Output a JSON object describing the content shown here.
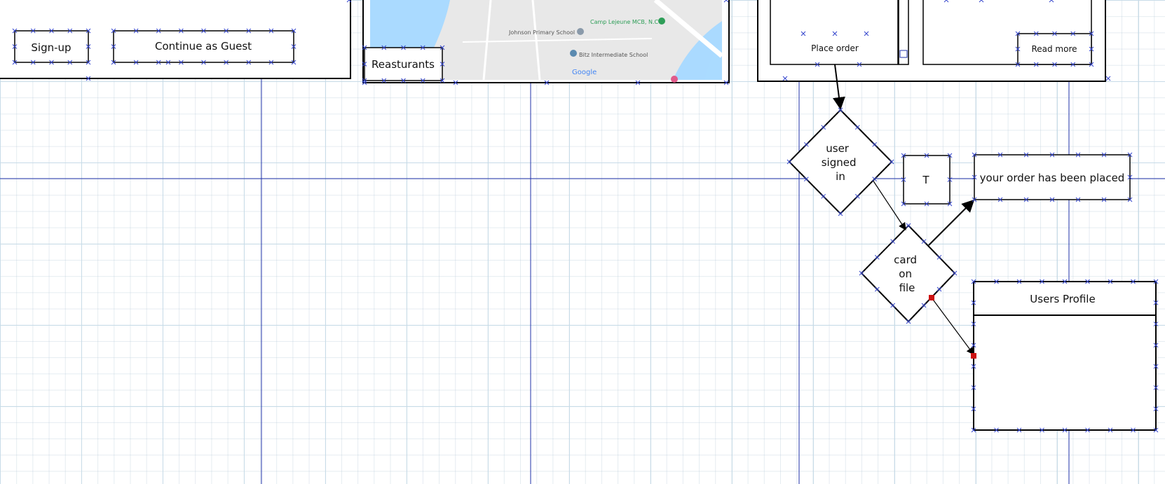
{
  "diagram": {
    "login_panel": {
      "signup_label": "Sign-up",
      "guest_label": "Continue as Guest"
    },
    "map_panel": {
      "restaurants_label": "Reasturants",
      "map_labels": {
        "school1": "Johnson Primary School",
        "place": "Camp Lejeune MCB, N.C",
        "school2": "Bitz Intermediate School",
        "google": "Google"
      }
    },
    "order_panel": {
      "place_order_label": "Place order",
      "read_more_label": "Read more"
    },
    "flow": {
      "decision1": [
        "user",
        "signed",
        "in"
      ],
      "true_label": "T",
      "confirmation": "your order has been placed",
      "decision2": [
        "card",
        "on",
        "file"
      ],
      "profile_title": "Users Profile"
    },
    "colors": {
      "guide_line": "#2233aa",
      "handle": "#3344cc",
      "selection_point": "#cc1111",
      "map_water": "#aadaff",
      "map_land": "#e8e8e8",
      "map_park": "#2e9e58"
    }
  }
}
